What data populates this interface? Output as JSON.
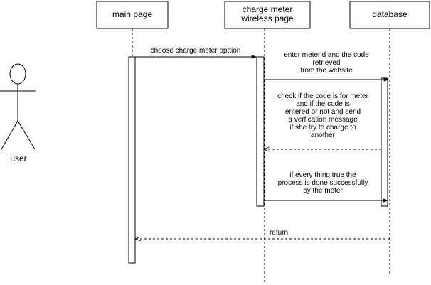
{
  "participants": {
    "main_page": "main page",
    "charge_meter_line1": "charge meter",
    "charge_meter_line2": "wireless page",
    "database": "database"
  },
  "actor": {
    "label": "user"
  },
  "messages": {
    "m1": [
      "choose charge meter opttion"
    ],
    "m2": [
      "enter meterid and the code",
      "retrieved",
      "from the website"
    ],
    "m3": [
      "check if the code is for meter",
      "and if the code is",
      "entered or not and send",
      "a verfication message",
      "if she try to charge to",
      "another"
    ],
    "m4": [
      "if every thing true the",
      "process is done successfully",
      "by the meter"
    ],
    "m5": [
      "return"
    ]
  },
  "colors": {
    "stroke": "#000000",
    "fill": "#ffffff"
  }
}
